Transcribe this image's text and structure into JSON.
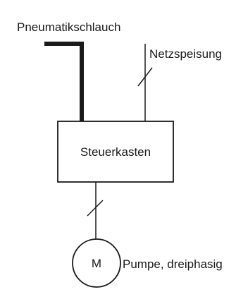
{
  "diagram": {
    "hose_label": "Pneumatikschlauch",
    "supply_label": "Netzspeisung",
    "control_box_label": "Steuerkasten",
    "motor_symbol": "M",
    "pump_label": "Pumpe, dreiphasig"
  }
}
